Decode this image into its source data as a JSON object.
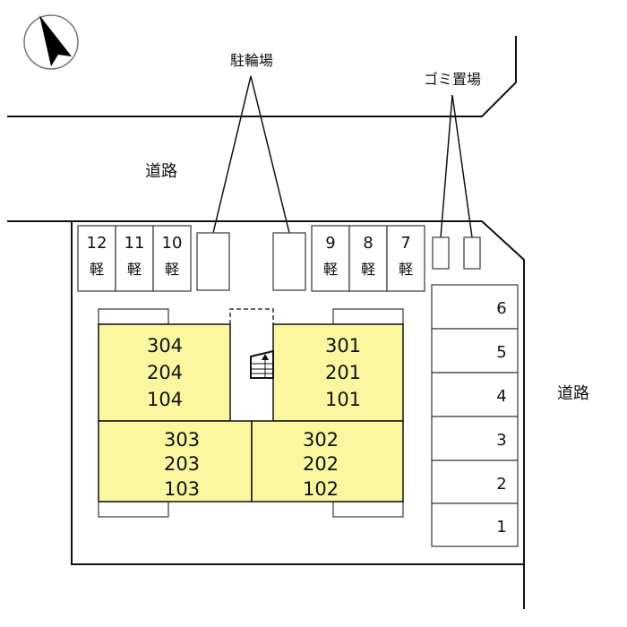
{
  "labels": {
    "bicycle": "駐輪場",
    "garbage": "ゴミ置場",
    "road_top": "道路",
    "road_right": "道路"
  },
  "parking_top_left": [
    {
      "no": "12",
      "kind": "軽"
    },
    {
      "no": "11",
      "kind": "軽"
    },
    {
      "no": "10",
      "kind": "軽"
    }
  ],
  "parking_top_right": [
    {
      "no": "9",
      "kind": "軽"
    },
    {
      "no": "8",
      "kind": "軽"
    },
    {
      "no": "7",
      "kind": "軽"
    }
  ],
  "parking_right": [
    "6",
    "5",
    "4",
    "3",
    "2",
    "1"
  ],
  "units": {
    "upper_left": [
      "304",
      "204",
      "104"
    ],
    "upper_right": [
      "301",
      "201",
      "101"
    ],
    "lower_left": [
      "303",
      "203",
      "103"
    ],
    "lower_right": [
      "302",
      "202",
      "102"
    ]
  },
  "colors": {
    "building": "#fbf7a0"
  }
}
